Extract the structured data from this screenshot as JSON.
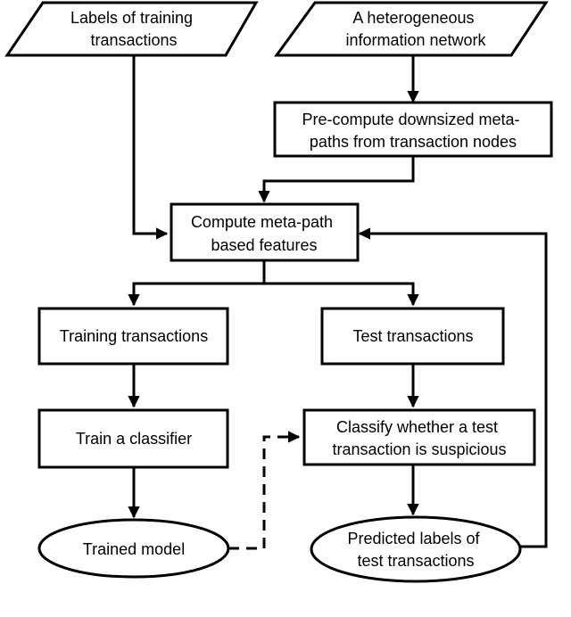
{
  "diagram": {
    "nodes": {
      "labels_input": {
        "shape": "parallelogram",
        "lines": [
          "Labels of training",
          "transactions"
        ]
      },
      "network_input": {
        "shape": "parallelogram",
        "lines": [
          "A heterogeneous",
          "information network"
        ]
      },
      "precompute": {
        "shape": "rectangle",
        "lines": [
          "Pre-compute downsized meta-",
          "paths from transaction nodes"
        ]
      },
      "compute_features": {
        "shape": "rectangle",
        "lines": [
          "Compute meta-path",
          "based features"
        ]
      },
      "training_transactions": {
        "shape": "rectangle",
        "lines": [
          "Training transactions"
        ]
      },
      "test_transactions": {
        "shape": "rectangle",
        "lines": [
          "Test transactions"
        ]
      },
      "train_classifier": {
        "shape": "rectangle",
        "lines": [
          "Train a classifier"
        ]
      },
      "classify": {
        "shape": "rectangle",
        "lines": [
          "Classify whether a test",
          "transaction is suspicious"
        ]
      },
      "trained_model": {
        "shape": "ellipse",
        "lines": [
          "Trained model"
        ]
      },
      "predicted_labels": {
        "shape": "ellipse",
        "lines": [
          "Predicted labels of",
          "test transactions"
        ]
      }
    },
    "edges": [
      {
        "from": "labels_input",
        "to": "compute_features",
        "style": "solid"
      },
      {
        "from": "network_input",
        "to": "precompute",
        "style": "solid"
      },
      {
        "from": "precompute",
        "to": "compute_features",
        "style": "solid"
      },
      {
        "from": "compute_features",
        "to": "training_transactions",
        "style": "solid"
      },
      {
        "from": "compute_features",
        "to": "test_transactions",
        "style": "solid"
      },
      {
        "from": "training_transactions",
        "to": "train_classifier",
        "style": "solid"
      },
      {
        "from": "test_transactions",
        "to": "classify",
        "style": "solid"
      },
      {
        "from": "train_classifier",
        "to": "trained_model",
        "style": "solid"
      },
      {
        "from": "classify",
        "to": "predicted_labels",
        "style": "solid"
      },
      {
        "from": "trained_model",
        "to": "classify",
        "style": "dashed"
      },
      {
        "from": "predicted_labels",
        "to": "compute_features",
        "style": "solid"
      }
    ]
  }
}
